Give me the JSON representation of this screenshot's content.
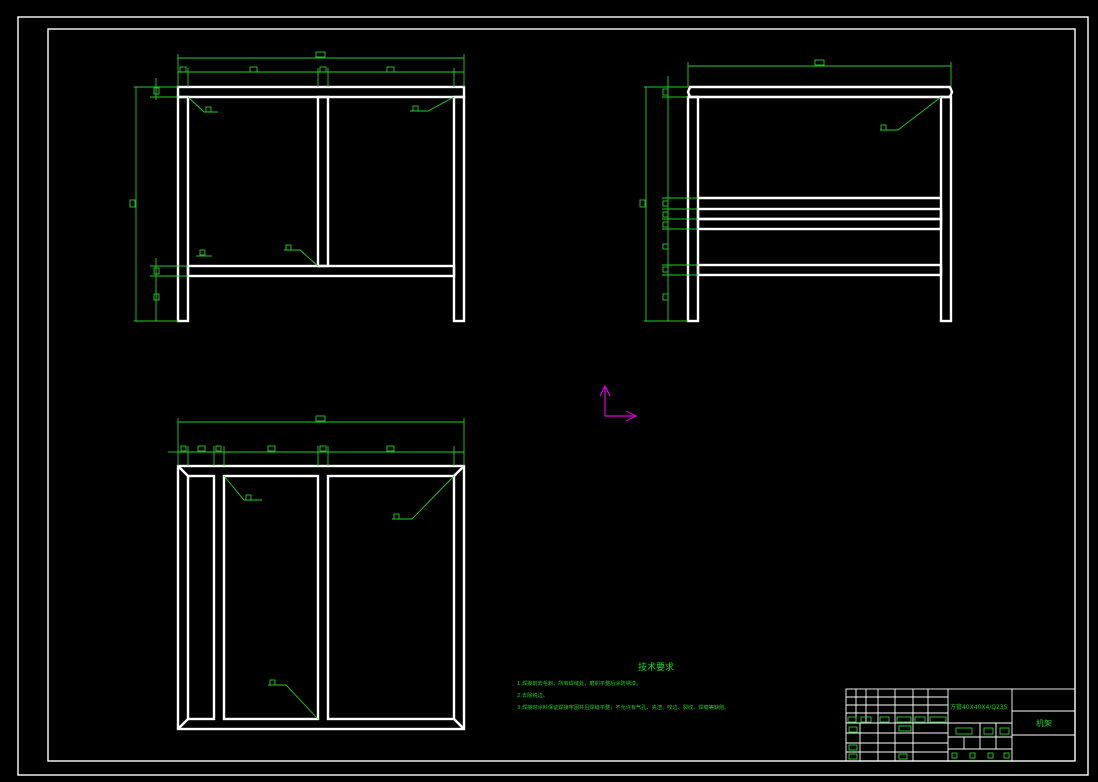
{
  "drawing": {
    "tech_title": "技术要求",
    "notes": [
      "1.焊接前去毛刺，所有焊缝处，磨削平整后涂防锈漆。",
      "2.去除锐边。",
      "3.焊接时涂料保证焊接牢固并且焊缝平整，不允许有气孔、夹渣、咬边、裂纹、焊瘤等缺陷。"
    ],
    "title_block": {
      "material": "方管40X40X4/Q235",
      "name": "机架"
    }
  },
  "colors": {
    "background": "#000000",
    "geometry": "#ffffff",
    "dimensions": "#1fd21f",
    "ucs": "#e000e0"
  }
}
